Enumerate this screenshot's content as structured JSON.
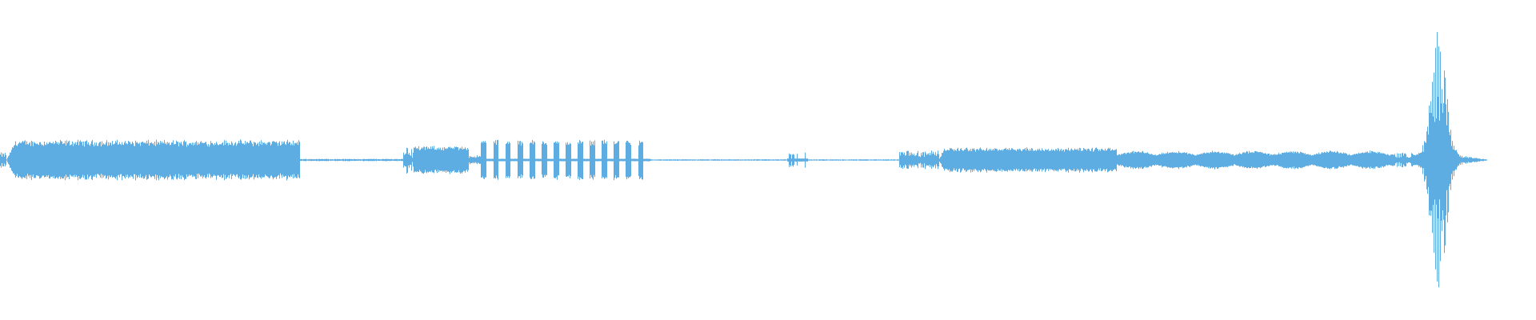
{
  "waveform": {
    "color": "#5dade2",
    "background": "#ffffff",
    "duration_fraction_end": 0.968,
    "segments": [
      {
        "start": 0.0,
        "end": 0.004,
        "amp": 0.05,
        "type": "noise"
      },
      {
        "start": 0.004,
        "end": 0.195,
        "amp": 0.13,
        "type": "dense"
      },
      {
        "start": 0.195,
        "end": 0.262,
        "amp": 0.008,
        "type": "flat"
      },
      {
        "start": 0.262,
        "end": 0.268,
        "amp": 0.09,
        "type": "noise"
      },
      {
        "start": 0.268,
        "end": 0.305,
        "amp": 0.09,
        "type": "dense"
      },
      {
        "start": 0.305,
        "end": 0.313,
        "amp": 0.03,
        "type": "flat"
      },
      {
        "start": 0.313,
        "end": 0.423,
        "amp": 0.13,
        "type": "bursts",
        "count": 14
      },
      {
        "start": 0.423,
        "end": 0.512,
        "amp": 0.005,
        "type": "flat"
      },
      {
        "start": 0.512,
        "end": 0.526,
        "amp": 0.05,
        "type": "sparse"
      },
      {
        "start": 0.526,
        "end": 0.585,
        "amp": 0.005,
        "type": "flat"
      },
      {
        "start": 0.585,
        "end": 0.611,
        "amp": 0.06,
        "type": "noise"
      },
      {
        "start": 0.611,
        "end": 0.727,
        "amp": 0.08,
        "type": "dense"
      },
      {
        "start": 0.727,
        "end": 0.905,
        "amp": 0.06,
        "type": "wavy"
      },
      {
        "start": 0.905,
        "end": 0.92,
        "amp": 0.05,
        "type": "noise"
      },
      {
        "start": 0.92,
        "end": 0.95,
        "amp": 0.85,
        "type": "spike"
      },
      {
        "start": 0.95,
        "end": 0.968,
        "amp": 0.03,
        "type": "decay"
      }
    ]
  }
}
